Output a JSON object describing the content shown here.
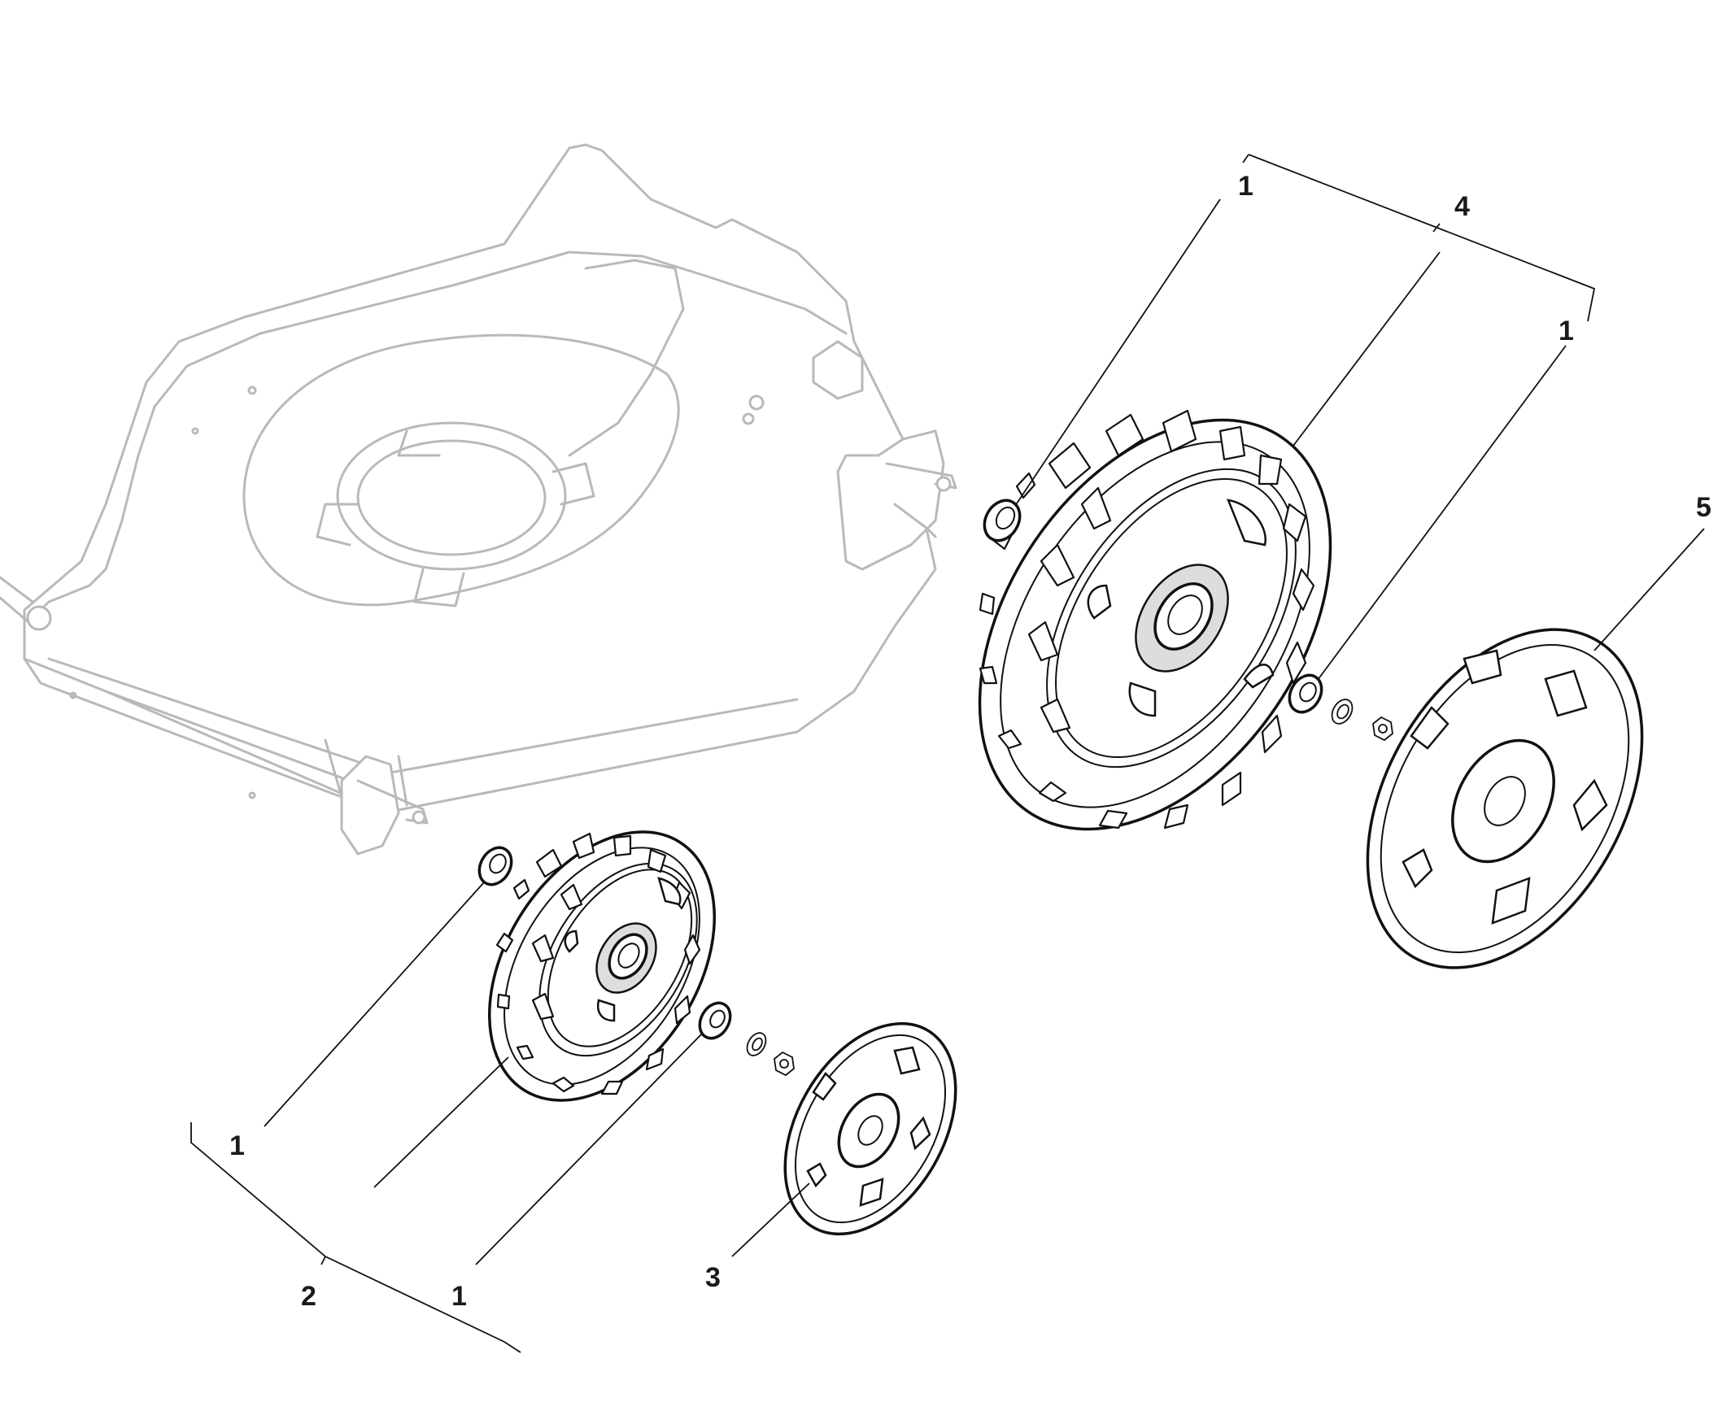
{
  "diagram": {
    "callouts": {
      "c1a": "1",
      "c4": "4",
      "c1b": "1",
      "c5": "5",
      "c1c": "1",
      "c2": "2",
      "c1d": "1",
      "c3": "3"
    }
  },
  "colors": {
    "background": "#ffffff",
    "deck_outline": "#b9b9b9",
    "part_outline": "#111111"
  },
  "icons": {
    "mower_deck": "mower-deck-ghost",
    "rear_wheel": "wheel-large",
    "front_wheel": "wheel-small",
    "bearing": "bearing",
    "washer": "washer",
    "nut": "nut",
    "hubcap": "hubcap"
  }
}
